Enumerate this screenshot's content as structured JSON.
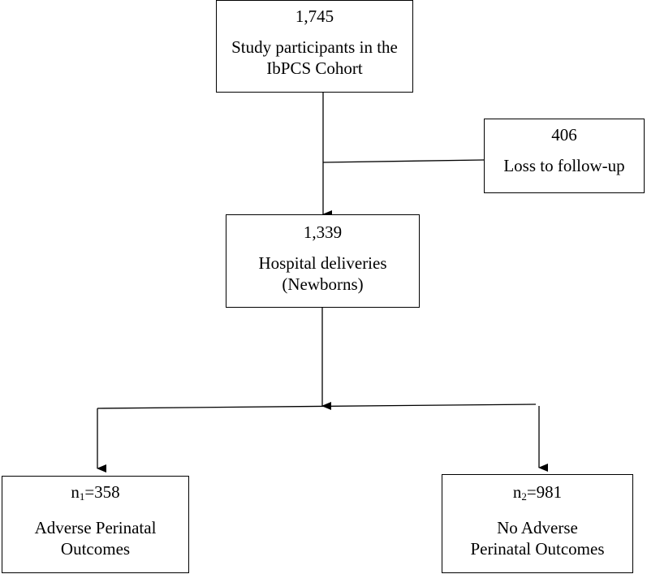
{
  "boxes": {
    "cohort": {
      "count": "1,745",
      "label_line1": "Study participants in the",
      "label_line2": "IbPCS Cohort"
    },
    "loss": {
      "count": "406",
      "label": "Loss to follow-up"
    },
    "hospital": {
      "count": "1,339",
      "label_line1": "Hospital deliveries",
      "label_line2": "(Newborns)"
    },
    "adverse": {
      "count_prefix": "n",
      "count_sub": "1",
      "count_value": "=358",
      "label_line1": "Adverse Perinatal",
      "label_line2": "Outcomes"
    },
    "noadverse": {
      "count_prefix": "n",
      "count_sub": "2",
      "count_value": "=981",
      "label_line1": "No Adverse",
      "label_line2": "Perinatal Outcomes"
    }
  }
}
